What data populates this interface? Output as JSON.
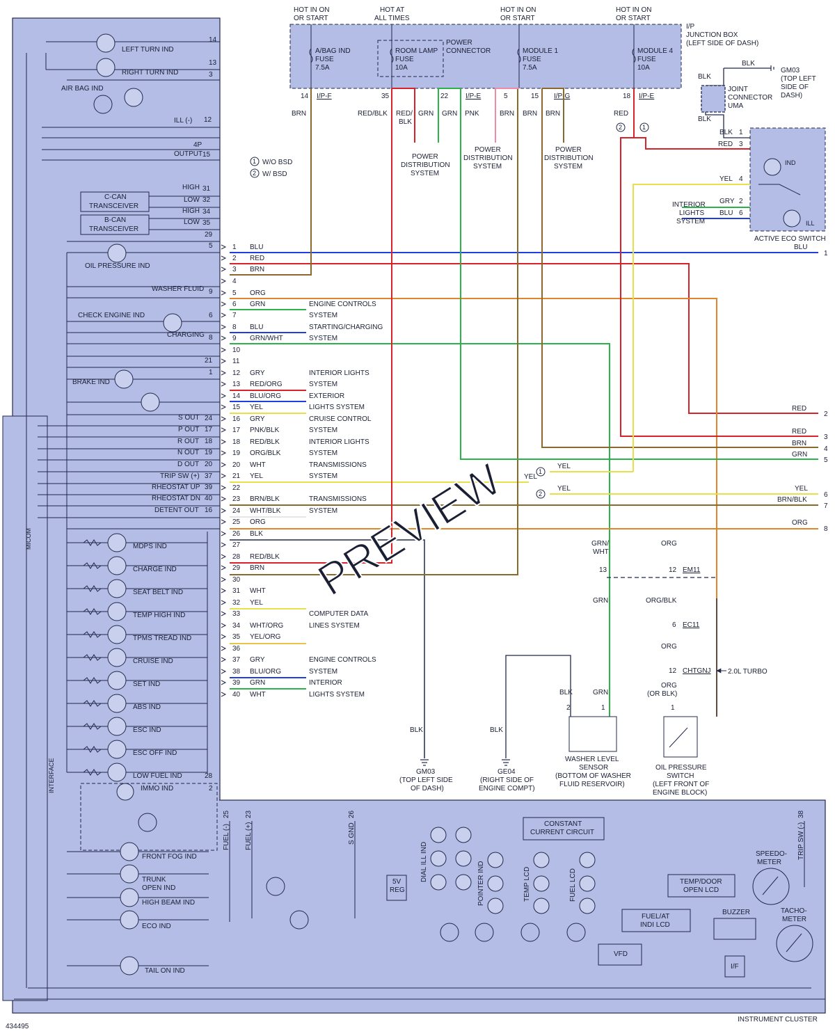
{
  "page_id": "434495",
  "preview_watermark": "PREVIEW",
  "cluster_label": "INSTRUMENT CLUSTER",
  "micom_label": "MICOM",
  "interface_label": "INTERFACE",
  "bsd_legend": [
    {
      "num": "1",
      "text": "W/O BSD"
    },
    {
      "num": "2",
      "text": "W/ BSD"
    }
  ],
  "top_hot_labels": [
    {
      "l1": "HOT IN ON",
      "l2": "OR START"
    },
    {
      "l1": "HOT AT",
      "l2": "ALL TIMES"
    },
    {
      "l1": "HOT IN ON",
      "l2": "OR START"
    },
    {
      "l1": "HOT IN ON",
      "l2": "OR START"
    }
  ],
  "junction_box": {
    "l1": "I/P",
    "l2": "JUNCTION BOX",
    "l3": "(LEFT SIDE OF DASH)"
  },
  "fuses": [
    {
      "l1": "A/BAG IND",
      "l2": "FUSE",
      "l3": "7.5A"
    },
    {
      "l1": "ROOM LAMP",
      "l2": "FUSE",
      "l3": "10A"
    },
    {
      "l1": "MODULE 1",
      "l2": "FUSE",
      "l3": "7.5A"
    },
    {
      "l1": "MODULE 4",
      "l2": "FUSE",
      "l3": "10A"
    }
  ],
  "power_connector": {
    "l1": "POWER",
    "l2": "CONNECTOR"
  },
  "jb_pins": [
    {
      "pin": "14",
      "conn": "I/P-F"
    },
    {
      "pin": "35",
      "conn": ""
    },
    {
      "pin": "22",
      "conn": "I/P-E"
    },
    {
      "pin": "5",
      "conn": ""
    },
    {
      "pin": "15",
      "conn": "I/P-G"
    },
    {
      "pin": "18",
      "conn": "I/P-E"
    }
  ],
  "top_wire_colors": [
    "BRN",
    "RED/BLK",
    "RED/",
    "BLK",
    "GRN",
    "GRN",
    "PNK",
    "BRN",
    "BRN",
    "BRN",
    "RED"
  ],
  "power_dist": {
    "l1": "POWER",
    "l2": "DISTRIBUTION",
    "l3": "SYSTEM"
  },
  "gm03_top": {
    "code": "GM03",
    "l1": "(TOP LEFT",
    "l2": "SIDE OF",
    "l3": "DASH)"
  },
  "joint_connector": {
    "l1": "JOINT",
    "l2": "CONNECTOR",
    "l3": "UMA"
  },
  "eco_switch": {
    "title": "ACTIVE ECO SWITCH",
    "ind": "IND",
    "ill": "ILL",
    "pins": [
      {
        "pin": "1",
        "color": "BLK"
      },
      {
        "pin": "3",
        "color": "RED"
      },
      {
        "pin": "4",
        "color": "YEL"
      },
      {
        "pin": "2",
        "color": "GRY"
      },
      {
        "pin": "6",
        "color": "BLU"
      }
    ],
    "interior": {
      "l1": "INTERIOR",
      "l2": "LIGHTS",
      "l3": "SYSTEM"
    }
  },
  "left_components": [
    {
      "name": "LEFT TURN IND",
      "pin": "14"
    },
    {
      "name": "RIGHT TURN IND",
      "pin": "13"
    },
    {
      "name": "",
      "pin": "3"
    },
    {
      "name": "AIR BAG IND",
      "pin": ""
    },
    {
      "name": "ILL (-)",
      "pin": "12"
    },
    {
      "name": "4P",
      "pin": ""
    },
    {
      "name": "OUTPUT",
      "pin": "15"
    },
    {
      "name": "HIGH",
      "pin": "31"
    },
    {
      "name": "LOW",
      "pin": "32"
    },
    {
      "name": "HIGH",
      "pin": "34"
    },
    {
      "name": "LOW",
      "pin": "35"
    },
    {
      "name": "",
      "pin": "29"
    },
    {
      "name": "",
      "pin": "5"
    },
    {
      "name": "OIL PRESSURE IND",
      "pin": ""
    },
    {
      "name": "WASHER FLUID",
      "pin": "9"
    },
    {
      "name": "CHECK ENGINE IND",
      "pin": "6"
    },
    {
      "name": "CHARGING",
      "pin": "8"
    },
    {
      "name": "",
      "pin": "21"
    },
    {
      "name": "BRAKE IND",
      "pin": "1"
    },
    {
      "name": "S OUT",
      "pin": "24"
    },
    {
      "name": "P OUT",
      "pin": "17"
    },
    {
      "name": "R OUT",
      "pin": "18"
    },
    {
      "name": "N OUT",
      "pin": "19"
    },
    {
      "name": "D OUT",
      "pin": "20"
    },
    {
      "name": "TRIP SW (+)",
      "pin": "37"
    },
    {
      "name": "RHEOSTAT UP",
      "pin": "39"
    },
    {
      "name": "RHEOSTAT DN",
      "pin": "40"
    },
    {
      "name": "DETENT OUT",
      "pin": "16"
    }
  ],
  "transceivers": [
    {
      "l1": "C-CAN",
      "l2": "TRANSCEIVER"
    },
    {
      "l1": "B-CAN",
      "l2": "TRANSCEIVER"
    }
  ],
  "lower_indicators": [
    "MDPS IND",
    "CHARGE IND",
    "SEAT BELT IND",
    "TEMP HIGH IND",
    "TPMS TREAD IND",
    "CRUISE IND",
    "SET IND",
    "ABS IND",
    "ESC IND",
    "ESC OFF IND",
    "LOW FUEL IND"
  ],
  "low_fuel_pin": "28",
  "immo": {
    "name": "IMMO IND",
    "pin": "2"
  },
  "bottom_left_indicators": [
    "FRONT FOG IND",
    "TRUNK",
    "OPEN IND",
    "HIGH BEAM IND",
    "ECO IND",
    "TAIL ON IND"
  ],
  "connector_rows": [
    {
      "pin": "1",
      "color": "BLU",
      "note": ""
    },
    {
      "pin": "2",
      "color": "RED",
      "note": ""
    },
    {
      "pin": "3",
      "color": "BRN",
      "note": ""
    },
    {
      "pin": "4",
      "color": "",
      "note": ""
    },
    {
      "pin": "5",
      "color": "ORG",
      "note": ""
    },
    {
      "pin": "6",
      "color": "GRN",
      "note": "ENGINE CONTROLS"
    },
    {
      "pin": "7",
      "color": "",
      "note": "SYSTEM"
    },
    {
      "pin": "8",
      "color": "BLU",
      "note": "STARTING/CHARGING"
    },
    {
      "pin": "9",
      "color": "GRN/WHT",
      "note": "SYSTEM"
    },
    {
      "pin": "10",
      "color": "",
      "note": ""
    },
    {
      "pin": "11",
      "color": "",
      "note": ""
    },
    {
      "pin": "12",
      "color": "GRY",
      "note": "INTERIOR LIGHTS"
    },
    {
      "pin": "13",
      "color": "RED/ORG",
      "note": "SYSTEM"
    },
    {
      "pin": "14",
      "color": "BLU/ORG",
      "note": "EXTERIOR"
    },
    {
      "pin": "15",
      "color": "YEL",
      "note": "LIGHTS SYSTEM"
    },
    {
      "pin": "16",
      "color": "GRY",
      "note": "CRUISE CONTROL"
    },
    {
      "pin": "17",
      "color": "PNK/BLK",
      "note": "SYSTEM"
    },
    {
      "pin": "18",
      "color": "RED/BLK",
      "note": "INTERIOR LIGHTS"
    },
    {
      "pin": "19",
      "color": "ORG/BLK",
      "note": "SYSTEM"
    },
    {
      "pin": "20",
      "color": "WHT",
      "note": "TRANSMISSIONS"
    },
    {
      "pin": "21",
      "color": "YEL",
      "note": "SYSTEM"
    },
    {
      "pin": "22",
      "color": "",
      "note": ""
    },
    {
      "pin": "23",
      "color": "BRN/BLK",
      "note": "TRANSMISSIONS"
    },
    {
      "pin": "24",
      "color": "WHT/BLK",
      "note": "SYSTEM"
    },
    {
      "pin": "25",
      "color": "ORG",
      "note": ""
    },
    {
      "pin": "26",
      "color": "BLK",
      "note": ""
    },
    {
      "pin": "27",
      "color": "",
      "note": ""
    },
    {
      "pin": "28",
      "color": "RED/BLK",
      "note": ""
    },
    {
      "pin": "29",
      "color": "BRN",
      "note": ""
    },
    {
      "pin": "30",
      "color": "",
      "note": ""
    },
    {
      "pin": "31",
      "color": "WHT",
      "note": ""
    },
    {
      "pin": "32",
      "color": "YEL",
      "note": ""
    },
    {
      "pin": "33",
      "color": "",
      "note": "COMPUTER DATA"
    },
    {
      "pin": "34",
      "color": "WHT/ORG",
      "note": "LINES SYSTEM"
    },
    {
      "pin": "35",
      "color": "YEL/ORG",
      "note": ""
    },
    {
      "pin": "36",
      "color": "",
      "note": ""
    },
    {
      "pin": "37",
      "color": "GRY",
      "note": "ENGINE CONTROLS"
    },
    {
      "pin": "38",
      "color": "BLU/ORG",
      "note": "SYSTEM"
    },
    {
      "pin": "39",
      "color": "GRN",
      "note": "INTERIOR"
    },
    {
      "pin": "40",
      "color": "WHT",
      "note": "LIGHTS SYSTEM"
    }
  ],
  "right_edge": [
    {
      "num": "1",
      "color": "BLU"
    },
    {
      "num": "2",
      "color": "RED"
    },
    {
      "num": "3",
      "color": "RED"
    },
    {
      "num": "",
      "color": "BRN"
    },
    {
      "num": "4",
      "color": ""
    },
    {
      "num": "",
      "color": "GRN"
    },
    {
      "num": "5",
      "color": ""
    },
    {
      "num": "6",
      "color": "YEL"
    },
    {
      "num": "",
      "color": "BRN/BLK"
    },
    {
      "num": "7",
      "color": ""
    },
    {
      "num": "8",
      "color": "ORG"
    }
  ],
  "yel_split": {
    "c1": "1",
    "c2": "2",
    "yel": "YEL"
  },
  "mid_right": {
    "grnwht": [
      "GRN/",
      "WHT"
    ],
    "org": "ORG",
    "em11": {
      "p1": "13",
      "p2": "12",
      "conn": "EM11"
    },
    "grn": "GRN",
    "orgblk": "ORG/BLK",
    "ec11": {
      "pin": "6",
      "conn": "EC11"
    },
    "org2": "ORG",
    "chtgnj": {
      "pin": "12",
      "conn": "CHTGNJ",
      "note": "2.0L TURBO"
    },
    "org3": [
      "ORG",
      "(OR BLK)"
    ],
    "blk": "BLK",
    "grn2": "GRN",
    "pin2": "2",
    "pin1": "1",
    "pin1b": "1"
  },
  "washer_sensor": {
    "l1": "WASHER LEVEL",
    "l2": "SENSOR",
    "l3": "(BOTTOM OF WASHER",
    "l4": "FLUID RESERVOIR)"
  },
  "oil_switch": {
    "l1": "OIL PRESSURE",
    "l2": "SWITCH",
    "l3": "(LEFT FRONT OF",
    "l4": "ENGINE BLOCK)"
  },
  "grounds": [
    {
      "wire": "BLK",
      "code": "GM03",
      "l1": "(TOP LEFT SIDE",
      "l2": "OF DASH)"
    },
    {
      "wire": "BLK",
      "code": "GE04",
      "l1": "(RIGHT SIDE OF",
      "l2": "ENGINE COMPT)"
    }
  ],
  "bottom_labels": {
    "fuel_minus": "FUEL (-)",
    "fuel_minus_pin": "25",
    "fuel_plus": "FUEL (+)",
    "fuel_plus_pin": "23",
    "sgnd": "S GND",
    "sgnd_pin": "26",
    "reg": [
      "5V",
      "REG"
    ],
    "constant": [
      "CONSTANT",
      "CURRENT CIRCUIT"
    ],
    "dial": "DIAL ILL IND",
    "pointer": "POINTER IND",
    "temp_lcd": "TEMP LCD",
    "fuel_lcd": "FUEL LCD",
    "fuel_at": [
      "FUEL/AT",
      "INDI LCD"
    ],
    "vfd": "VFD",
    "temp_door": [
      "TEMP/DOOR",
      "OPEN LCD"
    ],
    "buzzer": "BUZZER",
    "if": "I/F",
    "speedo": [
      "SPEEDO-",
      "METER"
    ],
    "tacho": [
      "TACHO-",
      "METER"
    ],
    "trip_sw": "TRIP SW (-)",
    "trip_pin": "38"
  },
  "colors": {
    "panel": "#b3bde6",
    "line": "#22284a",
    "blue": "#1f3ee0",
    "red": "#d8222a",
    "brown": "#8a6a2c",
    "green": "#2bb34a",
    "orange": "#e0862a",
    "yellow": "#e8e04a",
    "pink": "#f08aa6",
    "gray": "#8a8f9a"
  }
}
